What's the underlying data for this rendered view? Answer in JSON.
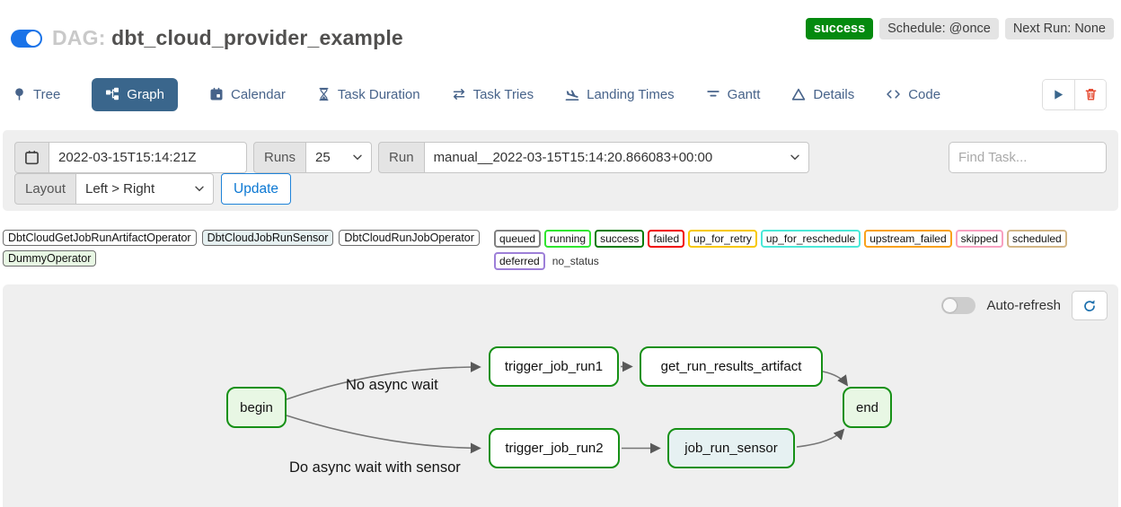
{
  "header": {
    "dag_prefix": "DAG:",
    "dag_id": "dbt_cloud_provider_example",
    "toggle_on": true,
    "badges": {
      "status": "success",
      "schedule": "Schedule: @once",
      "next_run": "Next Run: None"
    },
    "colors": {
      "status_bg": "#058a0f",
      "badge_bg": "#e4e4e4",
      "toggle_on_color": "#1a73e8"
    }
  },
  "tabs": {
    "active": "Graph",
    "active_bg": "#3a668c",
    "items": [
      {
        "label": "Tree",
        "icon": "pin-icon",
        "active": false
      },
      {
        "label": "Graph",
        "icon": "graph-icon",
        "active": true
      },
      {
        "label": "Calendar",
        "icon": "calendar-icon",
        "active": false
      },
      {
        "label": "Task Duration",
        "icon": "hourglass-icon",
        "active": false
      },
      {
        "label": "Task Tries",
        "icon": "repeat-icon",
        "active": false
      },
      {
        "label": "Landing Times",
        "icon": "plane-landing-icon",
        "active": false
      },
      {
        "label": "Gantt",
        "icon": "gantt-icon",
        "active": false
      },
      {
        "label": "Details",
        "icon": "triangle-icon",
        "active": false
      },
      {
        "label": "Code",
        "icon": "code-icon",
        "active": false
      }
    ]
  },
  "toolbar": {
    "icons": [
      {
        "name": "play-icon",
        "color": "#3a668c"
      },
      {
        "name": "trash-icon",
        "color": "#e5472e"
      }
    ]
  },
  "filters": {
    "date_value": "2022-03-15T15:14:21Z",
    "runs_label": "Runs",
    "runs_value": "25",
    "run_label": "Run",
    "run_value": "manual__2022-03-15T15:14:20.866083+00:00",
    "find_task_placeholder": "Find Task...",
    "layout_label": "Layout",
    "layout_value": "Left > Right",
    "update_label": "Update"
  },
  "legend": {
    "operators": [
      {
        "label": "DbtCloudGetJobRunArtifactOperator",
        "bg": "#ffffff"
      },
      {
        "label": "DbtCloudJobRunSensor",
        "bg": "#e6f1f2"
      },
      {
        "label": "DbtCloudRunJobOperator",
        "bg": "#ffffff"
      },
      {
        "label": "DummyOperator",
        "bg": "#e8f7e4"
      }
    ],
    "statuses": [
      {
        "label": "queued",
        "border": "#808080"
      },
      {
        "label": "running",
        "border": "#2fe52f"
      },
      {
        "label": "success",
        "border": "#067c06"
      },
      {
        "label": "failed",
        "border": "#f10000"
      },
      {
        "label": "up_for_retry",
        "border": "#f7c800"
      },
      {
        "label": "up_for_reschedule",
        "border": "#4be8d8"
      },
      {
        "label": "upstream_failed",
        "border": "#f9a11b"
      },
      {
        "label": "skipped",
        "border": "#f8a0c0"
      },
      {
        "label": "scheduled",
        "border": "#d3b686"
      },
      {
        "label": "deferred",
        "border": "#9d7fd8"
      },
      {
        "label": "no_status",
        "border": "none"
      }
    ]
  },
  "graph": {
    "auto_refresh_label": "Auto-refresh",
    "auto_refresh_on": false,
    "refresh_icon_color": "#1b6fad",
    "node_border_color": "#169016",
    "edge_color": "#767676",
    "nodes": [
      {
        "id": "begin",
        "label": "begin",
        "operator": "DummyOperator",
        "fill": "#e8f7e4"
      },
      {
        "id": "trigger_job_run1",
        "label": "trigger_job_run1",
        "operator": "DbtCloudRunJobOperator",
        "fill": "#ffffff"
      },
      {
        "id": "get_run_results_artifact",
        "label": "get_run_results_artifact",
        "operator": "DbtCloudGetJobRunArtifactOperator",
        "fill": "#ffffff"
      },
      {
        "id": "end",
        "label": "end",
        "operator": "DummyOperator",
        "fill": "#e8f7e4"
      },
      {
        "id": "trigger_job_run2",
        "label": "trigger_job_run2",
        "operator": "DbtCloudRunJobOperator",
        "fill": "#ffffff"
      },
      {
        "id": "job_run_sensor",
        "label": "job_run_sensor",
        "operator": "DbtCloudJobRunSensor",
        "fill": "#e6f1f2"
      }
    ],
    "edges": [
      {
        "from": "begin",
        "to": "trigger_job_run1",
        "label": "No async wait"
      },
      {
        "from": "begin",
        "to": "trigger_job_run2",
        "label": "Do async wait with sensor"
      },
      {
        "from": "trigger_job_run1",
        "to": "get_run_results_artifact",
        "label": ""
      },
      {
        "from": "get_run_results_artifact",
        "to": "end",
        "label": ""
      },
      {
        "from": "trigger_job_run2",
        "to": "job_run_sensor",
        "label": ""
      },
      {
        "from": "job_run_sensor",
        "to": "end",
        "label": ""
      }
    ]
  }
}
